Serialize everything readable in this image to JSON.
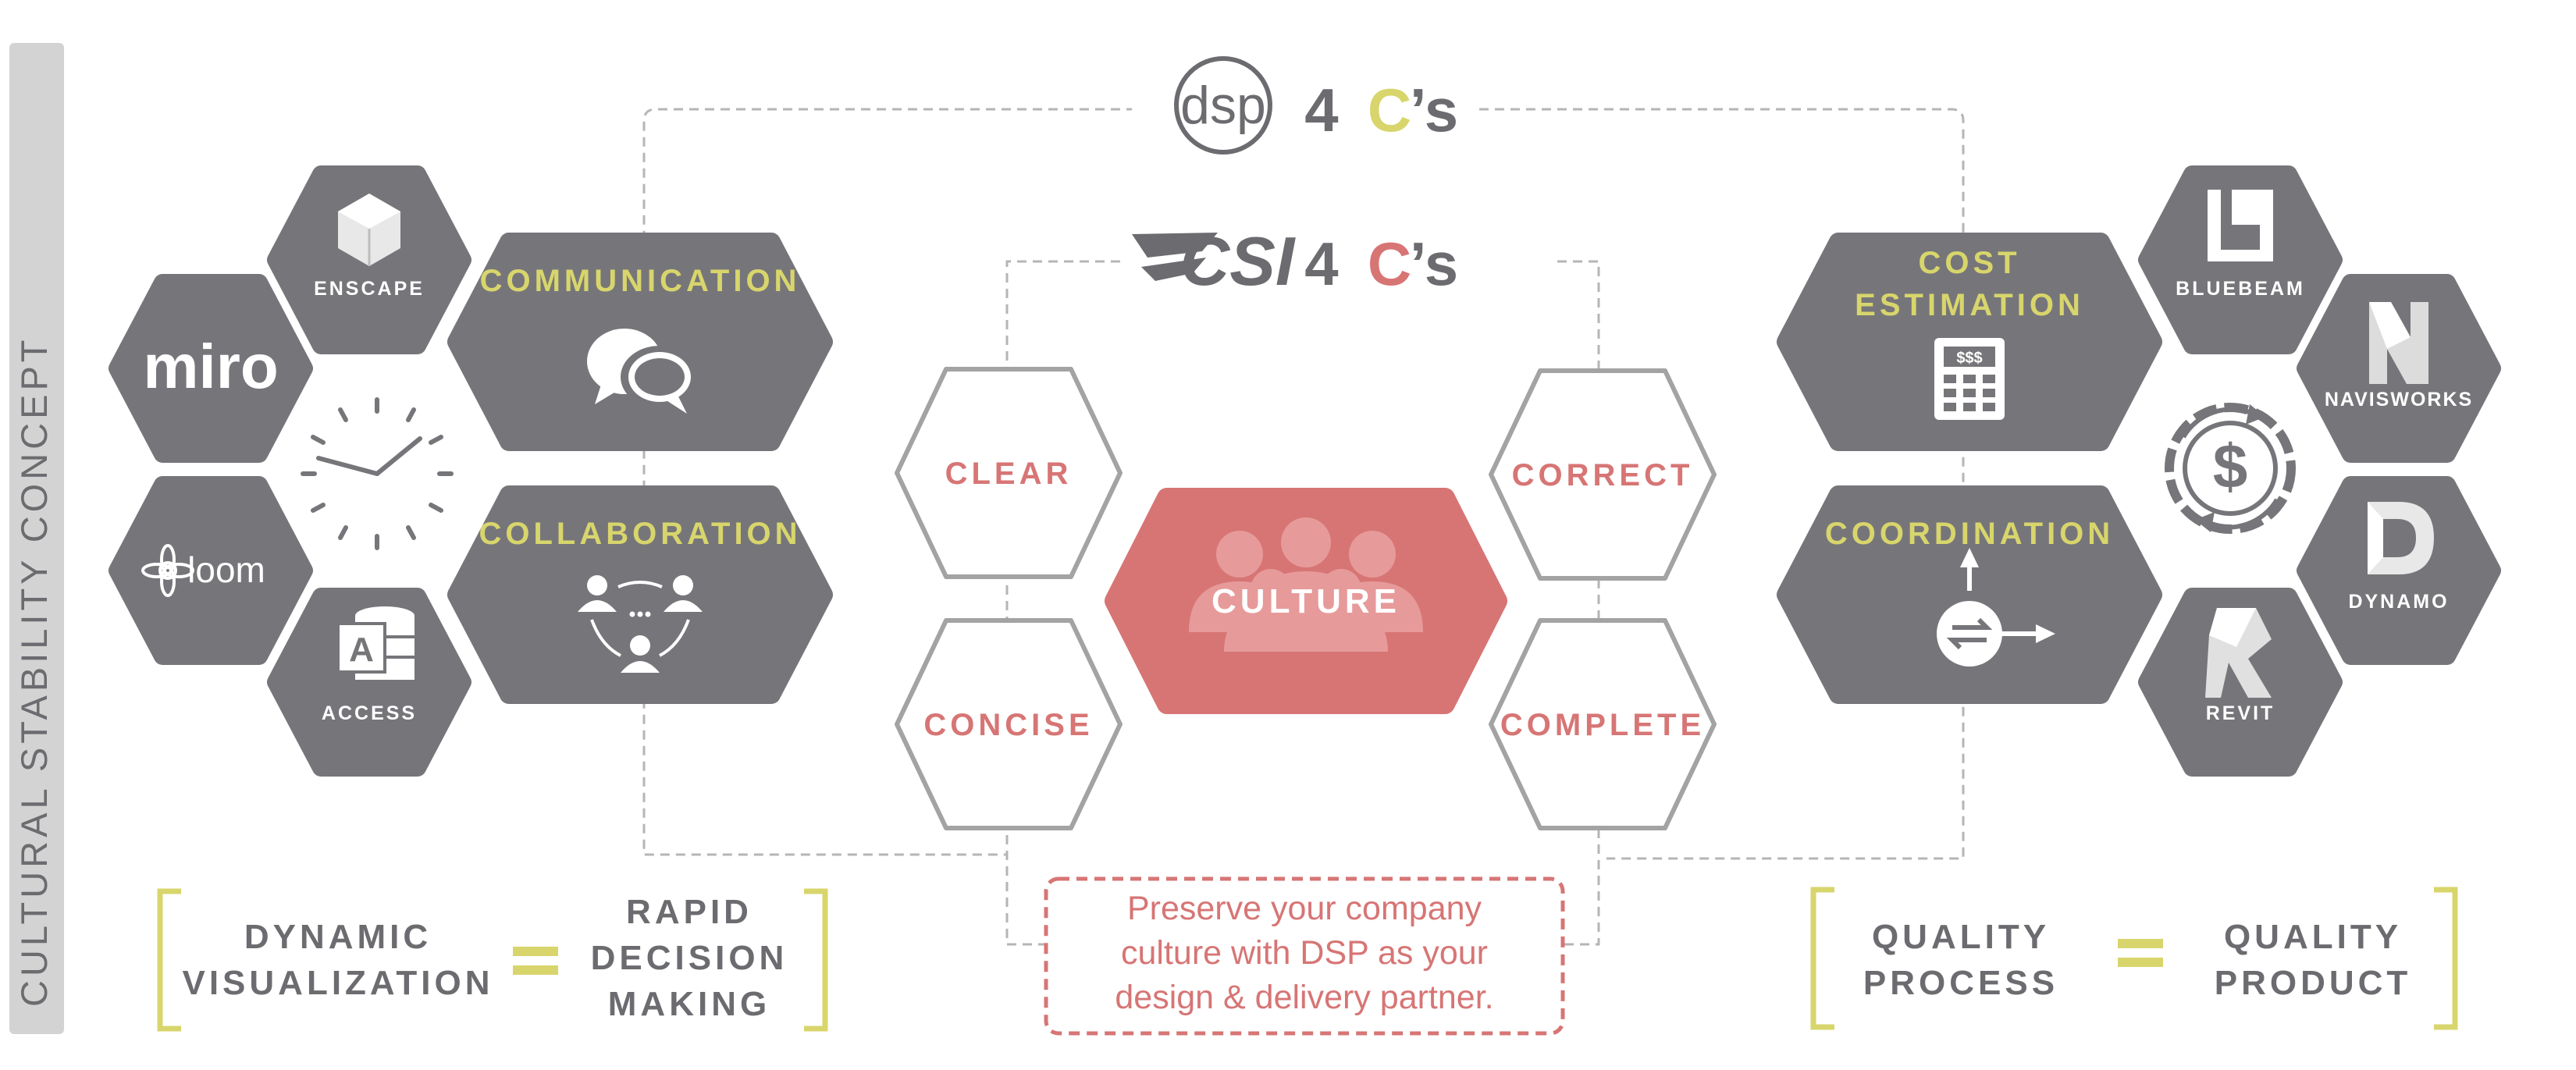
{
  "side_label": "CULTURAL STABILITY CONCEPT",
  "dsp_header": {
    "logo": "dsp",
    "number": "4",
    "c": "C",
    "s": "’s"
  },
  "csi_header": {
    "logo": "CSI",
    "number": "4",
    "c": "C",
    "s": "’s"
  },
  "left_tools": {
    "enscape": "ENSCAPE",
    "miro": "miro",
    "loom": "loom",
    "access": "ACCESS",
    "access_letter": "A"
  },
  "left_pillars": {
    "communication": "COMMUNICATION",
    "collaboration": "COLLABORATION"
  },
  "csi_cs": {
    "clear": "CLEAR",
    "concise": "CONCISE",
    "correct": "CORRECT",
    "complete": "COMPLETE"
  },
  "culture": "CULTURE",
  "right_pillars": {
    "cost_line1": "COST",
    "cost_line2": "ESTIMATION",
    "coordination": "COORDINATION",
    "calculator_label": "$$$"
  },
  "right_tools": {
    "bluebeam": "BLUEBEAM",
    "navisworks": "NAVISWORKS",
    "dynamo": "DYNAMO",
    "revit": "REVIT"
  },
  "bottom_left": {
    "left_line1": "DYNAMIC",
    "left_line2": "VISUALIZATION",
    "right_line1": "RAPID",
    "right_line2": "DECISION",
    "right_line3": "MAKING"
  },
  "bottom_center": {
    "line1": "Preserve your company",
    "line2": "culture with DSP as your",
    "line3": "design & delivery partner."
  },
  "bottom_right": {
    "left_line1": "QUALITY",
    "left_line2": "PROCESS",
    "right_line1": "QUALITY",
    "right_line2": "PRODUCT"
  },
  "colors": {
    "hex_gray": "#76767a",
    "accent_yellow": "#d8d56c",
    "accent_red": "#d77575",
    "outline_gray": "#a3a3a3",
    "dash_gray": "#b5b5b5",
    "side_bar": "#d3d3d3",
    "text_gray": "#6c6c70"
  }
}
